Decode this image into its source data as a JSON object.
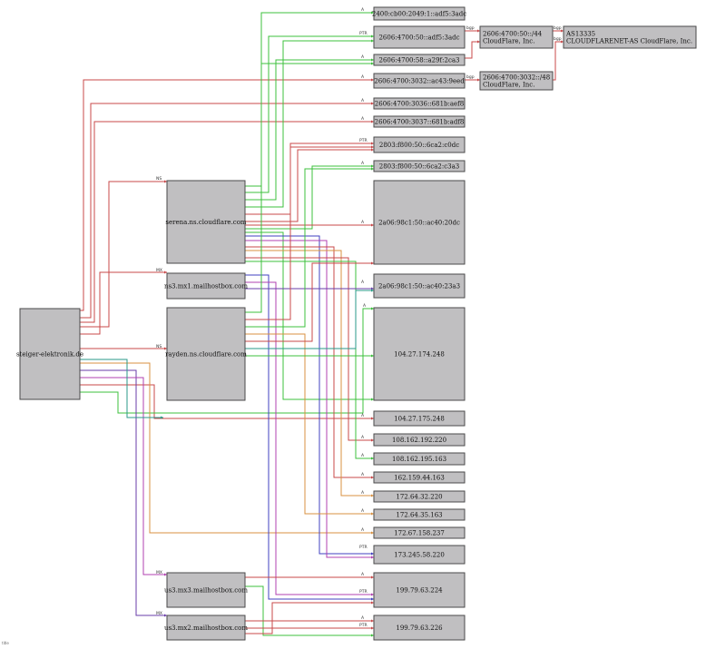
{
  "colors": {
    "node_fill": "#c0bfc1",
    "green": "#3cc03c",
    "red": "#c8484a",
    "purple": "#6a3ca8",
    "orange": "#d89040",
    "magenta": "#b040b0",
    "teal": "#2a9a88",
    "blue": "#4040c0"
  },
  "nodes": {
    "domain": "steiger-elektronik.de",
    "serena": "serena.ns.cloudflare.com",
    "mx1": "ns3.mx1.mailhostbox.com",
    "rayden": "rayden.ns.cloudflare.com",
    "mx3": "us3.mx3.mailhostbox.com",
    "mx2": "us3.mx2.mailhostbox.com",
    "v6_1": "2400:cb00:2049:1::adf5:3adc",
    "v6_2": "2606:4700:50::adf5:3adc",
    "v6_3": "2606:4700:58::a29f:2ca3",
    "v6_4": "2606:4700:3032::ac43:9eed",
    "v6_5": "2606:4700:3036::681b:aef8",
    "v6_6": "2606:4700:3037::681b:adf8",
    "v6_7": "2803:f800:50::6ca2:c0dc",
    "v6_8": "2803:f800:50::6ca2:c3a3",
    "v6_9": "2a06:98c1:50::ac40:20dc",
    "v6_10": "2a06:98c1:50::ac40:23a3",
    "v4_1": "104.27.174.248",
    "v4_2": "104.27.175.248",
    "v4_3": "108.162.192.220",
    "v4_4": "108.162.195.163",
    "v4_5": "162.159.44.163",
    "v4_6": "172.64.32.220",
    "v4_7": "172.64.35.163",
    "v4_8": "172.67.158.237",
    "v4_9": "173.245.58.220",
    "v4_10": "199.79.63.224",
    "v4_11": "199.79.63.226",
    "net1_a": "2606:4700:50::/44",
    "net1_b": "CloudFlare, Inc.",
    "net2_a": "2606:4700:3032::/48",
    "net2_b": "CloudFlare, Inc.",
    "as_a": "AS13335",
    "as_b": "CLOUDFLARENET-AS CloudFlare, Inc."
  },
  "edge_labels": {
    "a": "A",
    "aaaa": "A",
    "mx": "MX",
    "ns": "NS",
    "ptr": "PTR",
    "bgp": "bgp"
  },
  "footer": "title"
}
